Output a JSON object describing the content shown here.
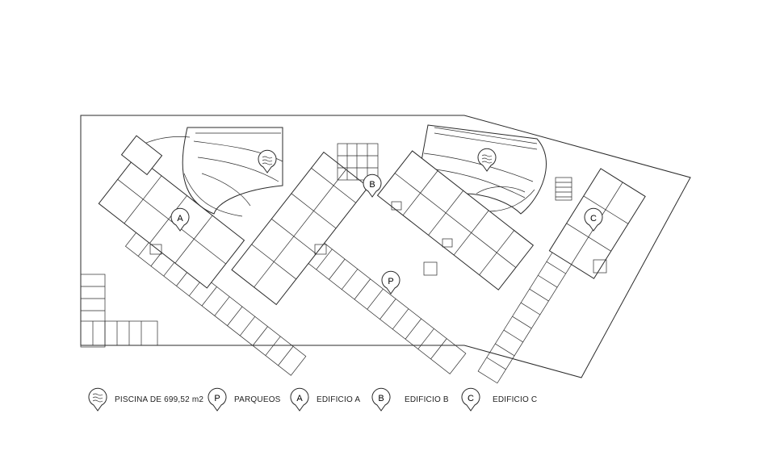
{
  "markers": {
    "pool": "pool-icon",
    "parking": "P",
    "building_a": "A",
    "building_b": "B",
    "building_c": "C"
  },
  "legend": [
    {
      "id": "pool",
      "icon": "pool-icon",
      "letter": "",
      "label": "PISCINA DE 699,52 m2"
    },
    {
      "id": "parking",
      "icon": "parking-icon",
      "letter": "P",
      "label": "PARQUEOS"
    },
    {
      "id": "building-a",
      "icon": "letter-a-icon",
      "letter": "A",
      "label": "EDIFICIO A"
    },
    {
      "id": "building-b",
      "icon": "letter-b-icon",
      "letter": "B",
      "label": "EDIFICIO B"
    },
    {
      "id": "building-c",
      "icon": "letter-c-icon",
      "letter": "C",
      "label": "EDIFICIO C"
    }
  ],
  "colors": {
    "line": "#2a2a2a",
    "background": "#ffffff"
  }
}
